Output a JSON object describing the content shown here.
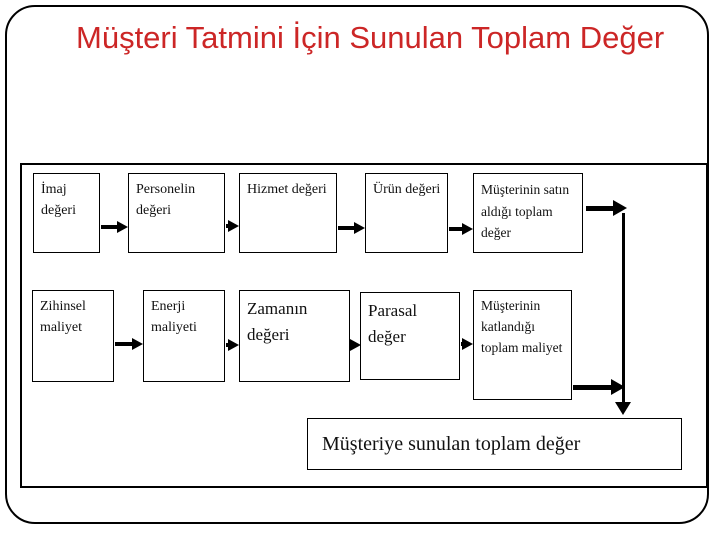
{
  "slide": {
    "title": "Müşteri Tatmini İçin Sunulan Toplam Değer",
    "title_color": "#cc2626"
  },
  "diagram": {
    "top_row": [
      {
        "label": "İmaj değeri"
      },
      {
        "label": "Personelin değeri"
      },
      {
        "label": "Hizmet değeri"
      },
      {
        "label": "Ürün değeri"
      },
      {
        "label": "Müşterinin satın aldığı toplam değer"
      }
    ],
    "bottom_row": [
      {
        "label": "Zihinsel maliyet"
      },
      {
        "label": "Enerji maliyeti"
      },
      {
        "label": "Zamanın değeri"
      },
      {
        "label": "Parasal değer"
      },
      {
        "label": "Müşterinin katlandığı toplam maliyet"
      }
    ],
    "result_box": {
      "label": "Müşteriye sunulan toplam değer"
    }
  }
}
